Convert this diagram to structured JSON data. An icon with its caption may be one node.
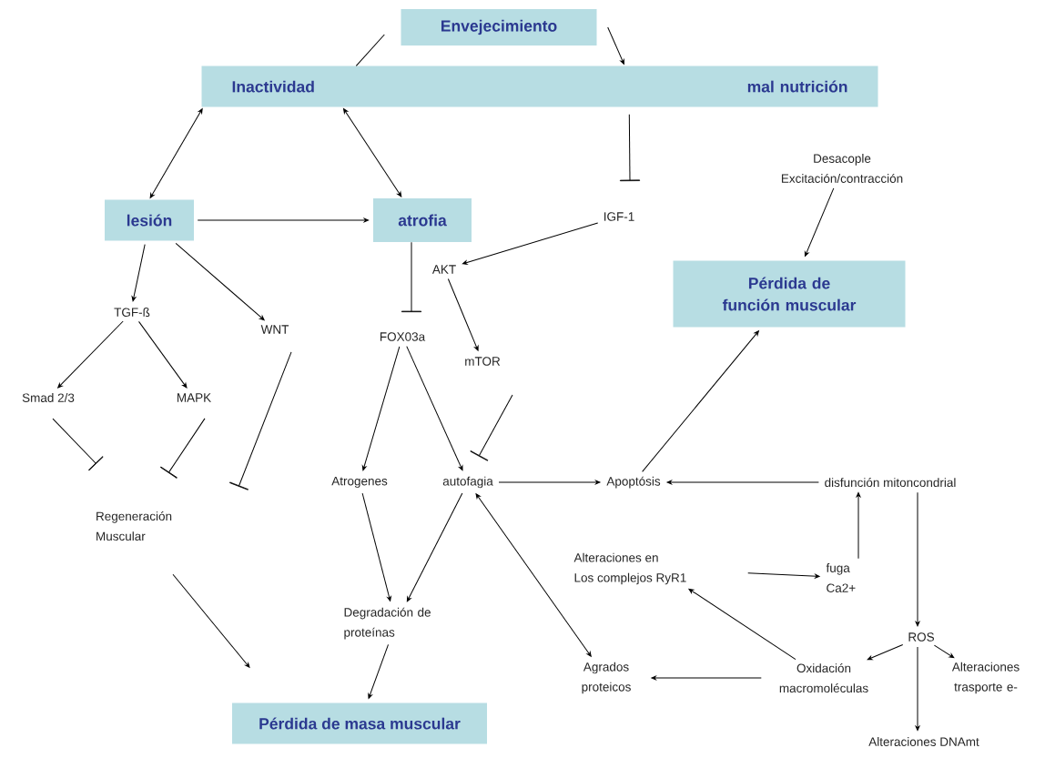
{
  "diagram": {
    "nodes": [
      {
        "text": [
          "Envejecimiento"
        ]
      },
      {
        "text": [
          "Inactividad",
          "mal nutrición"
        ]
      },
      {
        "text": [
          "lesión"
        ]
      },
      {
        "text": [
          "atrofia"
        ]
      },
      {
        "text": [
          "IGF-1"
        ]
      },
      {
        "text": [
          "Desacople Excitación/contracción"
        ]
      },
      {
        "text": [
          "Pérdida de función muscular"
        ]
      },
      {
        "text": [
          "AKT"
        ]
      },
      {
        "text": [
          "TGF-ß"
        ]
      },
      {
        "text": [
          "WNT"
        ]
      },
      {
        "text": [
          "FOX03a"
        ]
      },
      {
        "text": [
          "mTOR"
        ]
      },
      {
        "text": [
          "Smad 2/3"
        ]
      },
      {
        "text": [
          "MAPK"
        ]
      },
      {
        "text": [
          "Regeneración Muscular"
        ]
      },
      {
        "text": [
          "Atrogenes"
        ]
      },
      {
        "text": [
          "autofagia"
        ]
      },
      {
        "text": [
          "Apoptósis"
        ]
      },
      {
        "text": [
          "disfunción mitoncondrial"
        ]
      },
      {
        "text": [
          "Alteraciones en Los complejos RyR1"
        ]
      },
      {
        "text": [
          "fuga Ca2+"
        ]
      },
      {
        "text": [
          "Degradación de proteínas"
        ]
      },
      {
        "text": [
          "Agrados proteicos"
        ]
      },
      {
        "text": [
          "ROS"
        ]
      },
      {
        "text": [
          "Oxidación macromoléculas"
        ]
      },
      {
        "text": [
          "Alteraciones trasporte e-"
        ]
      },
      {
        "text": [
          "Pérdida de masa muscular"
        ]
      },
      {
        "text": [
          "Alteraciones DNAmt"
        ]
      }
    ],
    "edges": [
      {
        "from": 0,
        "to": 1,
        "arrow": "none"
      },
      {
        "from": 0,
        "to": 1,
        "arrow": "to"
      },
      {
        "from": 1,
        "to": 2,
        "arrow": "both"
      },
      {
        "from": 1,
        "to": 3,
        "arrow": "both"
      },
      {
        "from": 1,
        "to": 4,
        "arrow": "other"
      },
      {
        "from": 2,
        "to": 3,
        "arrow": "to"
      },
      {
        "from": 2,
        "to": 8,
        "arrow": "to"
      },
      {
        "from": 2,
        "to": 9,
        "arrow": "to"
      },
      {
        "from": 4,
        "to": 7,
        "arrow": "to"
      },
      {
        "from": 3,
        "to": 10,
        "arrow": "other"
      },
      {
        "from": 7,
        "to": 11,
        "arrow": "to"
      },
      {
        "from": 5,
        "to": 6,
        "arrow": "to"
      },
      {
        "from": 8,
        "to": 12,
        "arrow": "to"
      },
      {
        "from": 8,
        "to": 13,
        "arrow": "to"
      },
      {
        "from": 12,
        "to": 14,
        "arrow": "other"
      },
      {
        "from": 13,
        "to": 14,
        "arrow": "other"
      },
      {
        "from": 9,
        "to": 14,
        "arrow": "other"
      },
      {
        "from": 10,
        "to": 15,
        "arrow": "to"
      },
      {
        "from": 10,
        "to": 16,
        "arrow": "to"
      },
      {
        "from": 11,
        "to": 16,
        "arrow": "other"
      },
      {
        "from": 16,
        "to": 17,
        "arrow": "to"
      },
      {
        "from": 17,
        "to": 6,
        "arrow": "to"
      },
      {
        "from": 18,
        "to": 17,
        "arrow": "to"
      },
      {
        "from": 15,
        "to": 21,
        "arrow": "to"
      },
      {
        "from": 16,
        "to": 21,
        "arrow": "to"
      },
      {
        "from": 16,
        "to": 22,
        "arrow": "both"
      },
      {
        "from": 14,
        "to": 26,
        "arrow": "to"
      },
      {
        "from": 21,
        "to": 26,
        "arrow": "to"
      },
      {
        "from": 19,
        "to": 20,
        "arrow": "to"
      },
      {
        "from": 20,
        "to": 18,
        "arrow": "to"
      },
      {
        "from": 18,
        "to": 23,
        "arrow": "to"
      },
      {
        "from": 24,
        "to": 19,
        "arrow": "to"
      },
      {
        "from": 24,
        "to": 22,
        "arrow": "to"
      },
      {
        "from": 23,
        "to": 24,
        "arrow": "to"
      },
      {
        "from": 23,
        "to": 25,
        "arrow": "to"
      },
      {
        "from": 23,
        "to": 27,
        "arrow": "to"
      }
    ]
  }
}
